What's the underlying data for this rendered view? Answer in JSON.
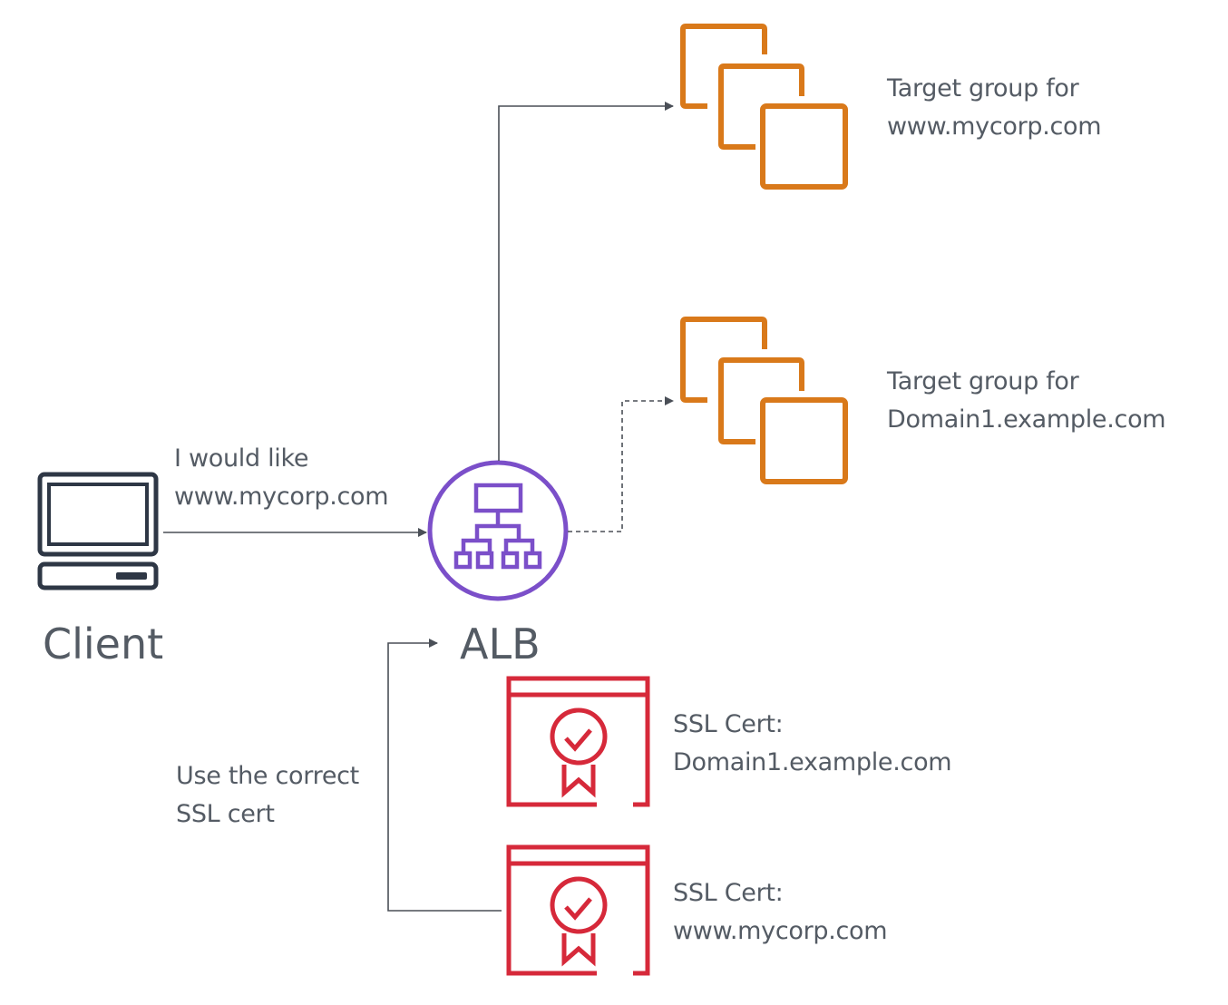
{
  "diagram": {
    "client": {
      "label": "Client"
    },
    "request": {
      "line1": "I would like",
      "line2": "www.mycorp.com"
    },
    "alb": {
      "label": "ALB"
    },
    "ssl_hint": {
      "line1": "Use the correct",
      "line2": "SSL cert"
    },
    "target_groups": [
      {
        "line1": "Target group for",
        "line2": "www.mycorp.com",
        "connection": "solid"
      },
      {
        "line1": "Target group for",
        "line2": "Domain1.example.com",
        "connection": "dashed"
      }
    ],
    "certs": [
      {
        "line1": "SSL Cert:",
        "line2": "Domain1.example.com"
      },
      {
        "line1": "SSL Cert:",
        "line2": "www.mycorp.com"
      }
    ],
    "colors": {
      "alb": "#7b4fc9",
      "target_group": "#d9791a",
      "cert": "#d6293a",
      "client": "#2e3745",
      "connector": "#545b64",
      "text": "#545b64"
    }
  }
}
